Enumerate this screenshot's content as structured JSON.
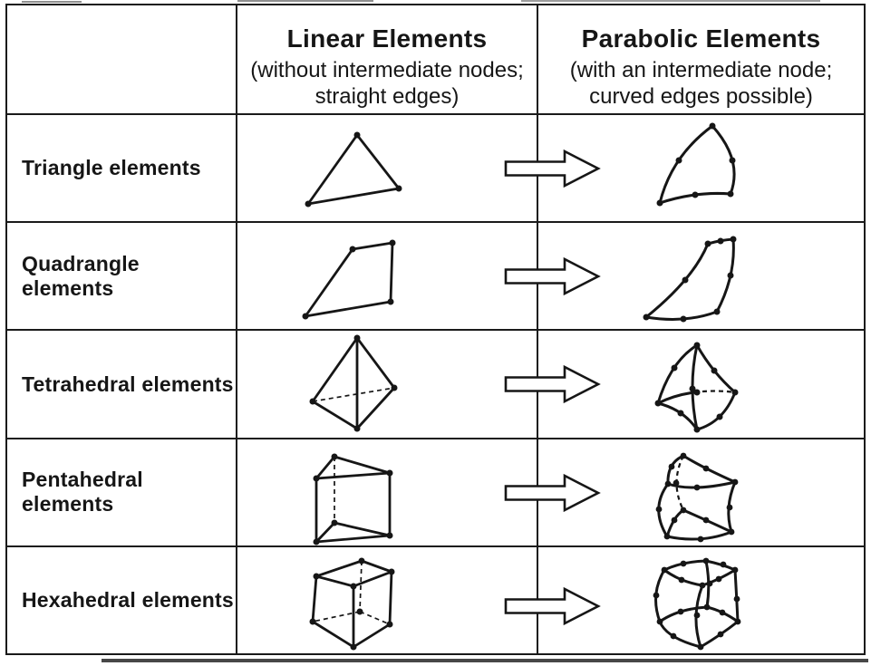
{
  "figure": {
    "type": "scanned-table-diagram",
    "ink_color": "#161616",
    "background_color": "#ffffff"
  },
  "table": {
    "header": {
      "corner": "",
      "columns": [
        {
          "title": "Linear Elements",
          "subtitle_line1": "(without intermediate nodes;",
          "subtitle_line2": "straight edges)"
        },
        {
          "title": "Parabolic Elements",
          "subtitle_line1": "(with an intermediate node;",
          "subtitle_line2": "curved edges possible)"
        }
      ]
    },
    "rows": [
      {
        "label": "Triangle elements",
        "linear_icon": "linear-triangle",
        "parabolic_icon": "parabolic-triangle",
        "linear_node_count": 3,
        "parabolic_node_count": 6
      },
      {
        "label": "Quadrangle elements",
        "linear_icon": "linear-quadrangle",
        "parabolic_icon": "parabolic-quadrangle",
        "linear_node_count": 4,
        "parabolic_node_count": 8
      },
      {
        "label": "Tetrahedral elements",
        "linear_icon": "linear-tetrahedron",
        "parabolic_icon": "parabolic-tetrahedron",
        "linear_node_count": 4,
        "parabolic_node_count": 10
      },
      {
        "label": "Pentahedral elements",
        "linear_icon": "linear-pentahedron",
        "parabolic_icon": "parabolic-pentahedron",
        "linear_node_count": 6,
        "parabolic_node_count": 15
      },
      {
        "label": "Hexahedral elements",
        "linear_icon": "linear-hexahedron",
        "parabolic_icon": "parabolic-hexahedron",
        "linear_node_count": 8,
        "parabolic_node_count": 20
      }
    ],
    "arrow_icon": "hollow-right-arrow"
  }
}
